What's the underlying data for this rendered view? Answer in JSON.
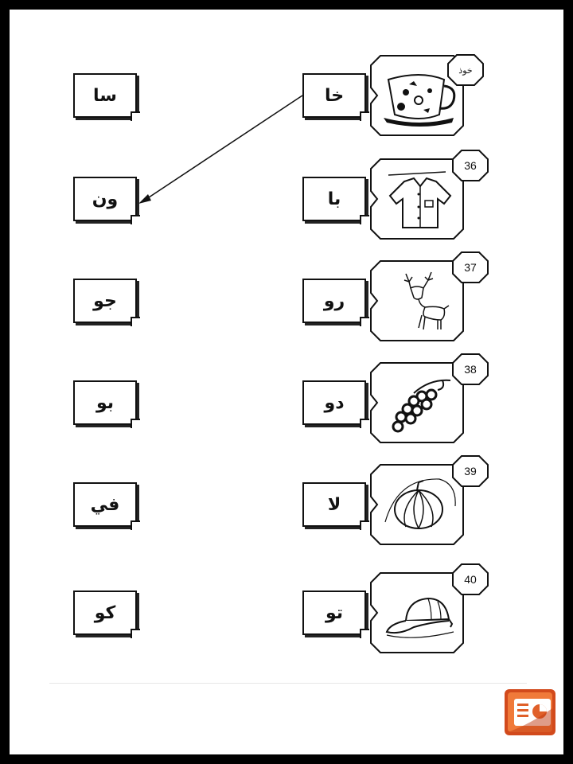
{
  "rows": [
    {
      "number": "خوذ",
      "syllable": "خا",
      "pair": "سا",
      "picture": "cup-icon"
    },
    {
      "number": "36",
      "syllable": "با",
      "pair": "ون",
      "picture": "shirt-icon"
    },
    {
      "number": "37",
      "syllable": "رو",
      "pair": "جو",
      "picture": "deer-icon"
    },
    {
      "number": "38",
      "syllable": "دو",
      "pair": "بو",
      "picture": "grapes-icon"
    },
    {
      "number": "39",
      "syllable": "لا",
      "pair": "في",
      "picture": "pumpkin-icon"
    },
    {
      "number": "40",
      "syllable": "تو",
      "pair": "كو",
      "picture": "cap-icon"
    }
  ],
  "example_arrow": {
    "from": "خا",
    "to": "ون"
  },
  "logo": "powerpoint-logo-icon"
}
